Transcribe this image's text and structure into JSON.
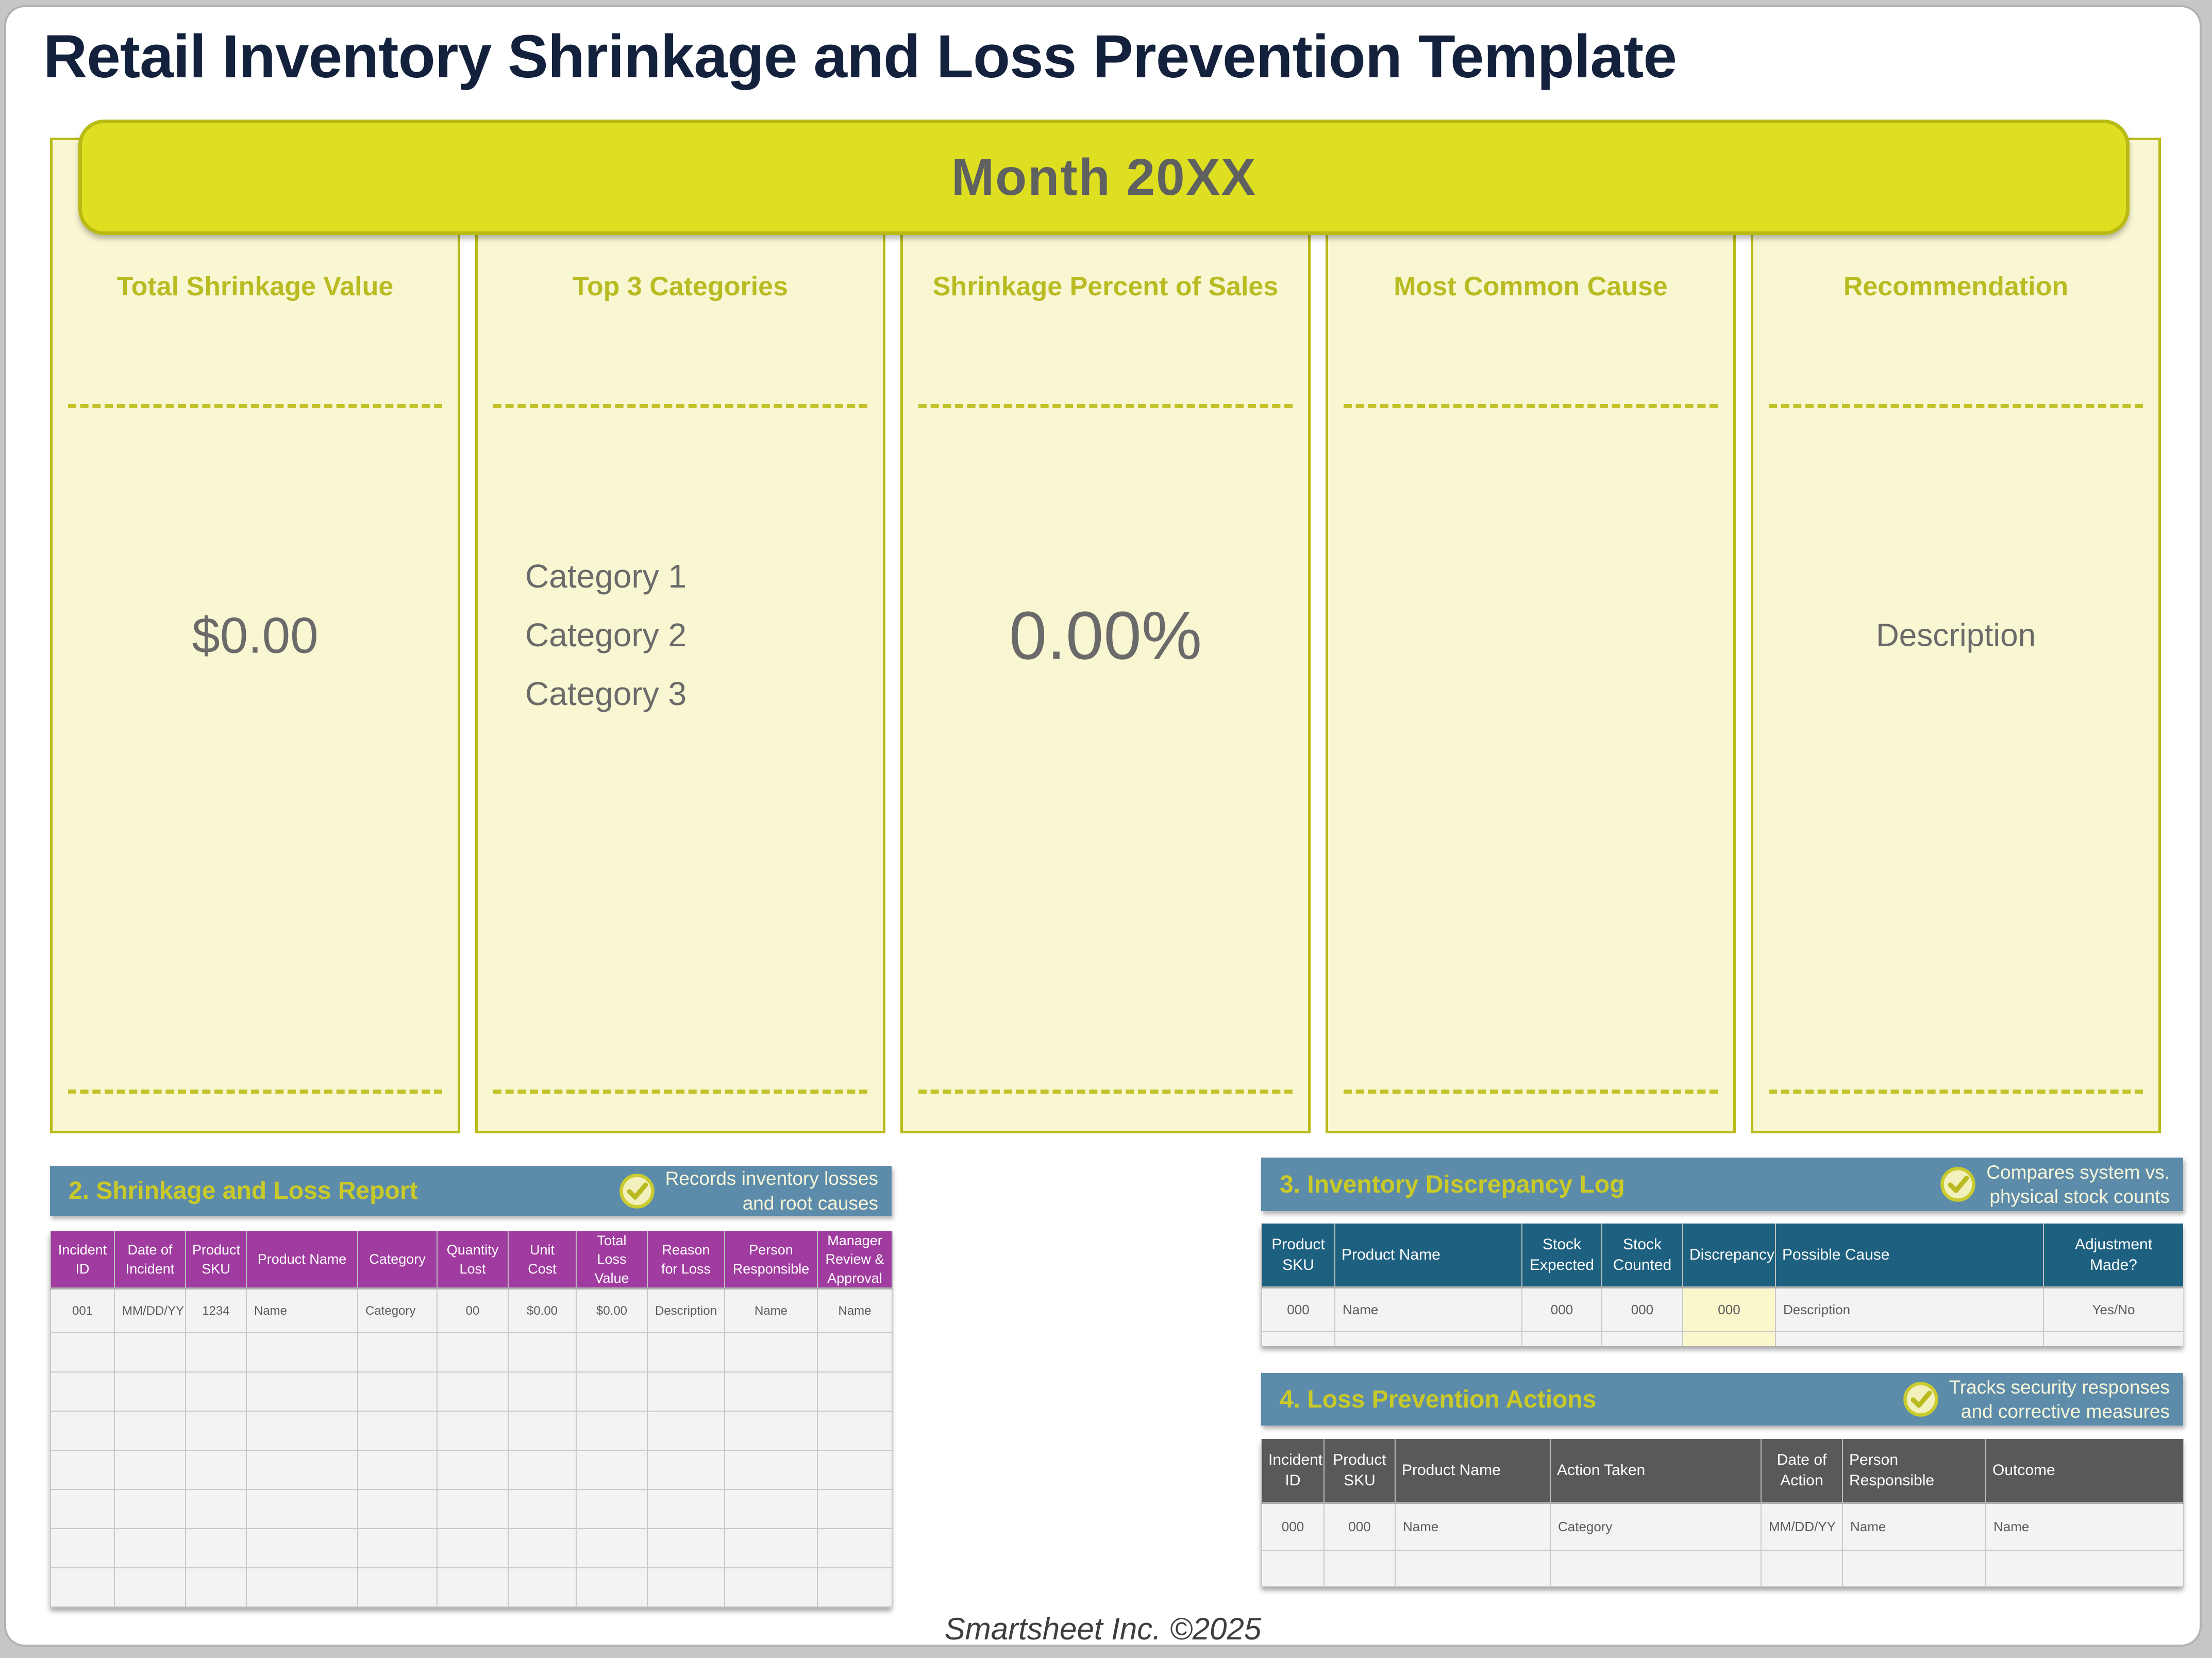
{
  "page": {
    "title": "Retail Inventory Shrinkage and Loss Prevention Template",
    "footer": "Smartsheet Inc. ©2025"
  },
  "summary": {
    "banner_label": "Month 20XX",
    "columns": [
      {
        "label": "Total Shrinkage Value",
        "value": "$0.00"
      },
      {
        "label": "Top 3 Categories",
        "value_lines": [
          "Category 1",
          "Category 2",
          "Category 3"
        ]
      },
      {
        "label": "Shrinkage Percent of Sales",
        "value": "0.00%"
      },
      {
        "label": "Most Common Cause",
        "value": ""
      },
      {
        "label": "Recommendation",
        "value": "Description"
      }
    ]
  },
  "sections": {
    "shrinkage_report": {
      "title": "2. Shrinkage and Loss Report",
      "badge_lines": [
        "Records inventory losses",
        "and root causes"
      ],
      "columns": [
        "Incident ID",
        "Date of Incident",
        "Product SKU",
        "Product Name",
        "Category",
        "Quantity Lost",
        "Unit Cost",
        "Total Loss Value",
        "Reason for Loss",
        "Person Responsible",
        "Manager Review & Approval"
      ],
      "rows": [
        [
          "001",
          "MM/DD/YY",
          "1234",
          "Name",
          "Category",
          "00",
          "$0.00",
          "$0.00",
          "Description",
          "Name",
          "Name"
        ]
      ],
      "empty_rows": 7
    },
    "discrepancy_log": {
      "title": "3. Inventory Discrepancy Log",
      "badge_lines": [
        "Compares system vs.",
        "physical stock counts"
      ],
      "columns": [
        "Product SKU",
        "Product Name",
        "Stock Expected",
        "Stock Counted",
        "Discrepancy",
        "Possible Cause",
        "Adjustment Made?"
      ],
      "rows": [
        [
          "000",
          "Name",
          "000",
          "000",
          "000",
          "Description",
          "Yes/No"
        ]
      ],
      "empty_rows": 1
    },
    "loss_prevention": {
      "title": "4. Loss Prevention Actions",
      "badge_lines": [
        "Tracks security responses",
        "and corrective measures"
      ],
      "columns": [
        "Incident ID",
        "Product SKU",
        "Product Name",
        "Action Taken",
        "Date of Action",
        "Person Responsible",
        "Outcome"
      ],
      "rows": [
        [
          "000",
          "000",
          "Name",
          "Category",
          "MM/DD/YY",
          "Name",
          "Name"
        ]
      ],
      "empty_rows": 1
    }
  },
  "colors": {
    "accent_yellow": "#dedf21",
    "panel_yellow": "#f9f7d2",
    "olive": "#b9bb22",
    "bar_blue": "#5d8caa",
    "magenta_header": "#a03ba0",
    "teal_header": "#1e607f",
    "gray_header": "#595959",
    "highlight_cell": "#faf7cd",
    "title_navy": "#14213c"
  }
}
